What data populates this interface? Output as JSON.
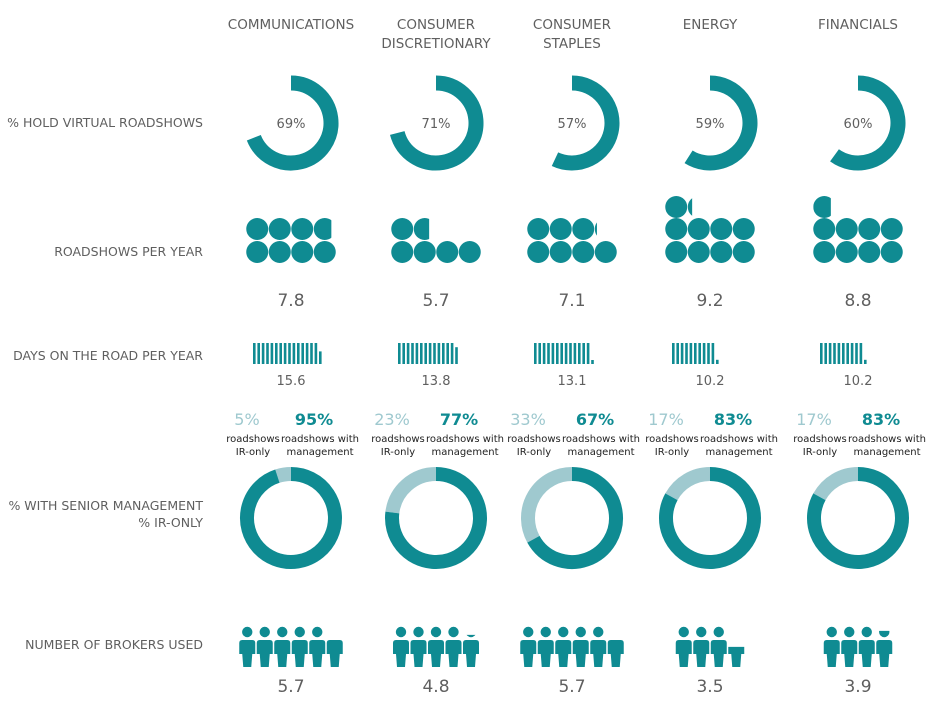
{
  "colors": {
    "teal": "#0f8b92",
    "teal_light": "#9fc9cf",
    "label": "#5f5f5f"
  },
  "row_labels": {
    "virtual": "% HOLD VIRTUAL ROADSHOWS",
    "per_year": "ROADSHOWS PER YEAR",
    "days": "DAYS ON THE ROAD PER YEAR",
    "senior_line1": "% WITH SENIOR MANAGEMENT",
    "senior_line2": "% IR-ONLY",
    "brokers": "NUMBER OF BROKERS USED"
  },
  "legend": {
    "ir_line1": "roadshows",
    "ir_line2": "IR-only",
    "mgmt_line1": "roadshows with",
    "mgmt_line2": "management"
  },
  "chart_data": {
    "type": "table",
    "sectors": [
      {
        "name_lines": [
          "COMMUNICATIONS"
        ],
        "virtual_pct": 69,
        "virtual_label": "69%",
        "roadshows_per_year": 7.8,
        "roadshows_label": "7.8",
        "days_on_road": 15.6,
        "days_label": "15.6",
        "ir_only_pct": 5,
        "ir_only_label": "5%",
        "mgmt_pct": 95,
        "mgmt_label": "95%",
        "brokers": 5.7,
        "brokers_label": "5.7"
      },
      {
        "name_lines": [
          "CONSUMER",
          "DISCRETIONARY"
        ],
        "virtual_pct": 71,
        "virtual_label": "71%",
        "roadshows_per_year": 5.7,
        "roadshows_label": "5.7",
        "days_on_road": 13.8,
        "days_label": "13.8",
        "ir_only_pct": 23,
        "ir_only_label": "23%",
        "mgmt_pct": 77,
        "mgmt_label": "77%",
        "brokers": 4.8,
        "brokers_label": "4.8"
      },
      {
        "name_lines": [
          "CONSUMER",
          "STAPLES"
        ],
        "virtual_pct": 57,
        "virtual_label": "57%",
        "roadshows_per_year": 7.1,
        "roadshows_label": "7.1",
        "days_on_road": 13.1,
        "days_label": "13.1",
        "ir_only_pct": 33,
        "ir_only_label": "33%",
        "mgmt_pct": 67,
        "mgmt_label": "67%",
        "brokers": 5.7,
        "brokers_label": "5.7"
      },
      {
        "name_lines": [
          "ENERGY"
        ],
        "virtual_pct": 59,
        "virtual_label": "59%",
        "roadshows_per_year": 9.2,
        "roadshows_label": "9.2",
        "days_on_road": 10.2,
        "days_label": "10.2",
        "ir_only_pct": 17,
        "ir_only_label": "17%",
        "mgmt_pct": 83,
        "mgmt_label": "83%",
        "brokers": 3.5,
        "brokers_label": "3.5"
      },
      {
        "name_lines": [
          "FINANCIALS"
        ],
        "virtual_pct": 60,
        "virtual_label": "60%",
        "roadshows_per_year": 8.8,
        "roadshows_label": "8.8",
        "days_on_road": 10.2,
        "days_label": "10.2",
        "ir_only_pct": 17,
        "ir_only_label": "17%",
        "mgmt_pct": 83,
        "mgmt_label": "83%",
        "brokers": 3.9,
        "brokers_label": "3.9"
      }
    ]
  }
}
